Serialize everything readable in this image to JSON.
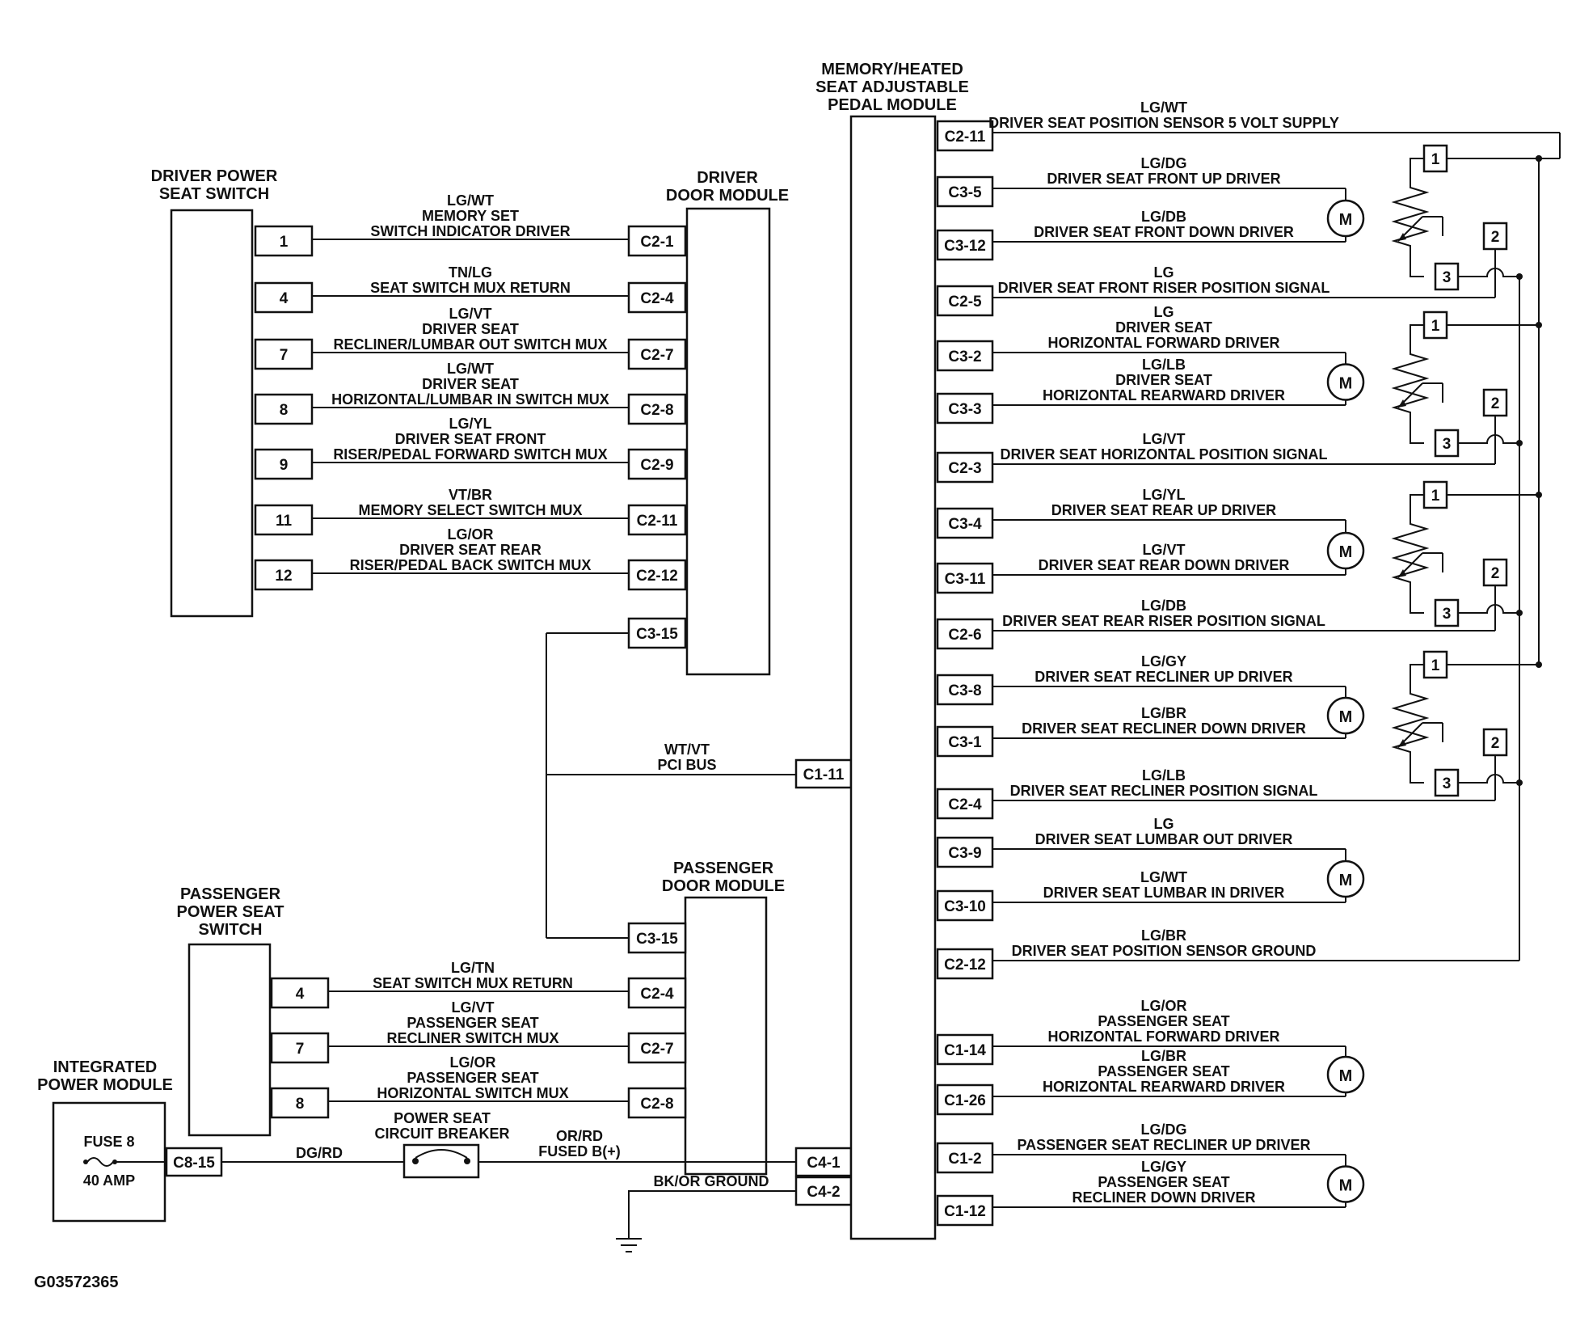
{
  "modules": {
    "memory": [
      "MEMORY/HEATED",
      "SEAT ADJUSTABLE",
      "PEDAL MODULE"
    ],
    "driver_switch": [
      "DRIVER POWER",
      "SEAT SWITCH"
    ],
    "driver_door": [
      "DRIVER",
      "DOOR MODULE"
    ],
    "passenger_door": [
      "PASSENGER",
      "DOOR MODULE"
    ],
    "passenger_switch": [
      "PASSENGER",
      "POWER SEAT",
      "SWITCH"
    ],
    "ipm": [
      "INTEGRATED",
      "POWER MODULE"
    ]
  },
  "driver_switch_wires": [
    {
      "pin": "1",
      "conn": "C2-1",
      "lines": [
        "LG/WT",
        "MEMORY SET",
        "SWITCH INDICATOR DRIVER"
      ]
    },
    {
      "pin": "4",
      "conn": "C2-4",
      "lines": [
        "TN/LG",
        "SEAT SWITCH MUX RETURN"
      ]
    },
    {
      "pin": "7",
      "conn": "C2-7",
      "lines": [
        "LG/VT",
        "DRIVER SEAT",
        "RECLINER/LUMBAR OUT SWITCH MUX"
      ]
    },
    {
      "pin": "8",
      "conn": "C2-8",
      "lines": [
        "LG/WT",
        "DRIVER SEAT",
        "HORIZONTAL/LUMBAR IN SWITCH MUX"
      ]
    },
    {
      "pin": "9",
      "conn": "C2-9",
      "lines": [
        "LG/YL",
        "DRIVER SEAT FRONT",
        "RISER/PEDAL FORWARD SWITCH MUX"
      ]
    },
    {
      "pin": "11",
      "conn": "C2-11",
      "lines": [
        "VT/BR",
        "MEMORY SELECT SWITCH MUX"
      ]
    },
    {
      "pin": "12",
      "conn": "C2-12",
      "lines": [
        "LG/OR",
        "DRIVER SEAT REAR",
        "RISER/PEDAL BACK SWITCH MUX"
      ]
    }
  ],
  "driver_door_c3_15": "C3-15",
  "pci_bus": {
    "lines": [
      "WT/VT",
      "PCI BUS"
    ],
    "conn": "C1-11"
  },
  "passenger_door_c3_15": "C3-15",
  "passenger_switch_wires": [
    {
      "pin": "4",
      "conn": "C2-4",
      "lines": [
        "LG/TN",
        "SEAT SWITCH MUX RETURN"
      ]
    },
    {
      "pin": "7",
      "conn": "C2-7",
      "lines": [
        "LG/VT",
        "PASSENGER SEAT",
        "RECLINER SWITCH MUX"
      ]
    },
    {
      "pin": "8",
      "conn": "C2-8",
      "lines": [
        "LG/OR",
        "PASSENGER SEAT",
        "HORIZONTAL SWITCH MUX"
      ]
    }
  ],
  "power": {
    "fuse": "FUSE 8",
    "amp": "40 AMP",
    "ipm_conn": "C8-15",
    "wire_color": "DG/RD",
    "breaker": [
      "POWER SEAT",
      "CIRCUIT BREAKER"
    ],
    "fused": [
      "OR/RD",
      "FUSED B(+)"
    ],
    "c4_1": "C4-1",
    "c4_2": "C4-2",
    "ground": "BK/OR GROUND"
  },
  "memory_right": [
    {
      "conn": "C2-11",
      "lines": [
        "LG/WT",
        "DRIVER SEAT POSITION SENSOR 5 VOLT SUPPLY"
      ]
    },
    {
      "conn": "C3-5",
      "lines": [
        "LG/DG",
        "DRIVER SEAT FRONT UP DRIVER"
      ]
    },
    {
      "conn": "C3-12",
      "lines": [
        "LG/DB",
        "DRIVER SEAT FRONT DOWN DRIVER"
      ]
    },
    {
      "conn": "C2-5",
      "lines": [
        "LG",
        "DRIVER SEAT FRONT RISER POSITION SIGNAL"
      ]
    },
    {
      "conn": "C3-2",
      "lines": [
        "LG",
        "DRIVER SEAT",
        "HORIZONTAL FORWARD DRIVER"
      ]
    },
    {
      "conn": "C3-3",
      "lines": [
        "LG/LB",
        "DRIVER SEAT",
        "HORIZONTAL REARWARD DRIVER"
      ]
    },
    {
      "conn": "C2-3",
      "lines": [
        "LG/VT",
        "DRIVER SEAT HORIZONTAL POSITION SIGNAL"
      ]
    },
    {
      "conn": "C3-4",
      "lines": [
        "LG/YL",
        "DRIVER SEAT REAR UP DRIVER"
      ]
    },
    {
      "conn": "C3-11",
      "lines": [
        "LG/VT",
        "DRIVER SEAT REAR DOWN DRIVER"
      ]
    },
    {
      "conn": "C2-6",
      "lines": [
        "LG/DB",
        "DRIVER SEAT REAR RISER POSITION SIGNAL"
      ]
    },
    {
      "conn": "C3-8",
      "lines": [
        "LG/GY",
        "DRIVER SEAT RECLINER UP DRIVER"
      ]
    },
    {
      "conn": "C3-1",
      "lines": [
        "LG/BR",
        "DRIVER SEAT RECLINER DOWN DRIVER"
      ]
    },
    {
      "conn": "C2-4",
      "lines": [
        "LG/LB",
        "DRIVER SEAT RECLINER POSITION SIGNAL"
      ]
    },
    {
      "conn": "C3-9",
      "lines": [
        "LG",
        "DRIVER SEAT LUMBAR OUT DRIVER"
      ]
    },
    {
      "conn": "C3-10",
      "lines": [
        "LG/WT",
        "DRIVER SEAT LUMBAR IN DRIVER"
      ]
    },
    {
      "conn": "C2-12",
      "lines": [
        "LG/BR",
        "DRIVER SEAT POSITION SENSOR GROUND"
      ]
    },
    {
      "conn": "C1-14",
      "lines": [
        "LG/OR",
        "PASSENGER SEAT",
        "HORIZONTAL FORWARD DRIVER"
      ]
    },
    {
      "conn": "C1-26",
      "lines": [
        "LG/BR",
        "PASSENGER SEAT",
        "HORIZONTAL REARWARD DRIVER"
      ]
    },
    {
      "conn": "C1-2",
      "lines": [
        "LG/DG",
        "PASSENGER SEAT RECLINER UP DRIVER"
      ]
    },
    {
      "conn": "C1-12",
      "lines": [
        "LG/GY",
        "PASSENGER SEAT",
        "RECLINER DOWN DRIVER"
      ]
    }
  ],
  "motor_symbol": "M",
  "sensor_pins": [
    "1",
    "2",
    "3"
  ],
  "figure_id": "G03572365"
}
